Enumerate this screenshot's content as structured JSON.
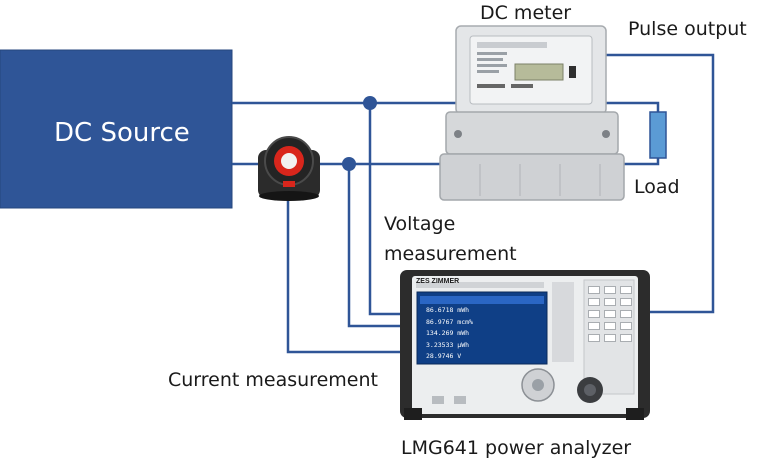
{
  "source": {
    "label": "DC Source"
  },
  "meter": {
    "label": "DC meter",
    "pulse_label": "Pulse output"
  },
  "load": {
    "label": "Load"
  },
  "voltage": {
    "label_line1": "Voltage",
    "label_line2": "measurement"
  },
  "current": {
    "label": "Current measurement"
  },
  "analyzer": {
    "label": "LMG641 power analyzer",
    "brand": "ZES ZIMMER",
    "readings": [
      "86.6718 mWh",
      "86.9767 mcm%",
      "134.269 mWh",
      "3.23533 µWh",
      "28.9746 V"
    ]
  },
  "colors": {
    "wire": "#2f5597",
    "source_fill": "#2f5597",
    "load_fill": "#5b9bd5"
  }
}
